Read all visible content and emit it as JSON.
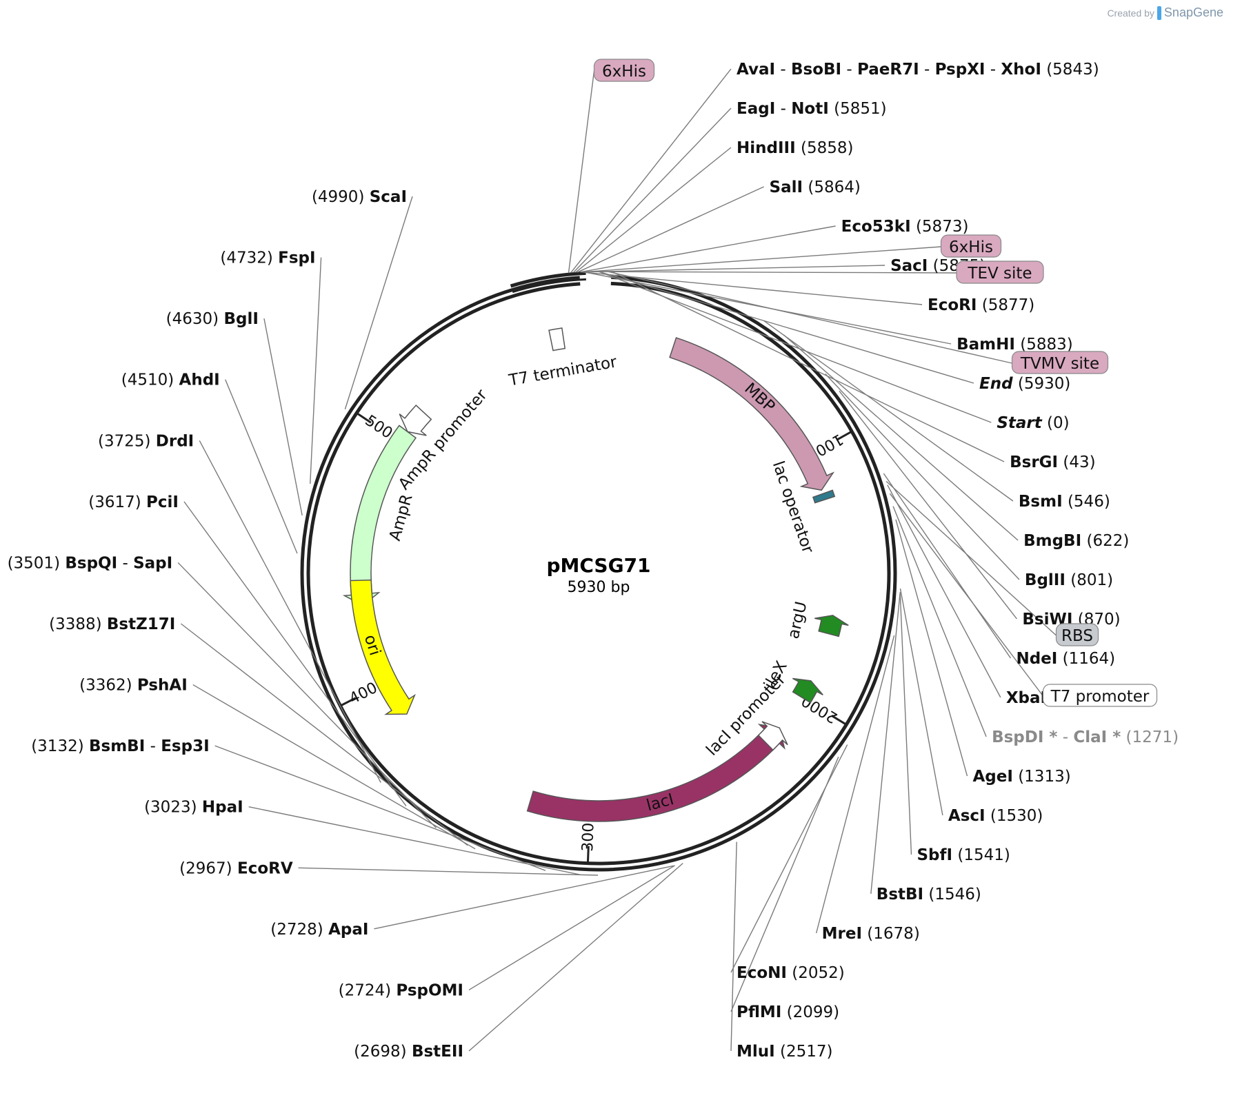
{
  "credit": {
    "prefix": "Created by",
    "brand": "SnapGene"
  },
  "plasmid": {
    "name": "pMCSG71",
    "length_label": "5930 bp",
    "length": 5930
  },
  "ticks": [
    1000,
    2000,
    3000,
    4000,
    5000
  ],
  "features": [
    {
      "name": "MBP",
      "start": 300,
      "end": 1145,
      "dir": 1,
      "color": "#cc99b1",
      "track": "inner"
    },
    {
      "name": "lacI",
      "start": 2150,
      "end": 3240,
      "dir": -1,
      "color": "#993366",
      "track": "inner",
      "label_color": "#ffffff"
    },
    {
      "name": "AmpR",
      "start": 4320,
      "end": 5050,
      "dir": -1,
      "color": "#ccffcc",
      "track": "inner"
    },
    {
      "name": "ori",
      "start": 3850,
      "end": 4420,
      "dir": -1,
      "color": "#ffff00",
      "track": "inner"
    },
    {
      "name": "argU",
      "start": 1650,
      "end": 1725,
      "dir": -1,
      "color": "#228b22",
      "track": "inner"
    },
    {
      "name": "ileX",
      "start": 1925,
      "end": 2000,
      "dir": -1,
      "color": "#228b22",
      "track": "inner"
    },
    {
      "name": "lacI promoter",
      "start": 2150,
      "end": 2230,
      "dir": -1,
      "color": "#ffffff",
      "track": "inner"
    },
    {
      "name": "AmpR promoter",
      "start": 5050,
      "end": 5150,
      "dir": -1,
      "color": "#ffffff",
      "track": "inner"
    },
    {
      "name": "lac operator",
      "start": 1160,
      "end": 1185,
      "dir": 0,
      "color": "#2f7a8c",
      "track": "inner"
    },
    {
      "name": "T7 terminator",
      "start": 5740,
      "end": 5790,
      "dir": 0,
      "color": "#ffffff",
      "track": "inner"
    }
  ],
  "sites": [
    {
      "names": [
        "AvaI",
        "BsoBI",
        "PaeR7I",
        "PspXI",
        "XhoI"
      ],
      "pos": "5843"
    },
    {
      "names": [
        "EagI",
        "NotI"
      ],
      "pos": "5851"
    },
    {
      "names": [
        "HindIII"
      ],
      "pos": "5858"
    },
    {
      "names": [
        "SalI"
      ],
      "pos": "5864"
    },
    {
      "names": [
        "Eco53kI"
      ],
      "pos": "5873"
    },
    {
      "names": [
        "SacI"
      ],
      "pos": "5875"
    },
    {
      "names": [
        "EcoRI"
      ],
      "pos": "5877"
    },
    {
      "names": [
        "BamHI"
      ],
      "pos": "5883"
    },
    {
      "names": [
        "End"
      ],
      "pos": "5930",
      "italic": true
    },
    {
      "names": [
        "Start"
      ],
      "pos": "0",
      "italic": true
    },
    {
      "names": [
        "BsrGI"
      ],
      "pos": "43"
    },
    {
      "names": [
        "BsmI"
      ],
      "pos": "546"
    },
    {
      "names": [
        "BmgBI"
      ],
      "pos": "622"
    },
    {
      "names": [
        "BglII"
      ],
      "pos": "801"
    },
    {
      "names": [
        "BsiWI"
      ],
      "pos": "870"
    },
    {
      "names": [
        "NdeI"
      ],
      "pos": "1164"
    },
    {
      "names": [
        "XbaI"
      ],
      "pos": "1202"
    },
    {
      "names": [
        "BspDI *",
        "ClaI *"
      ],
      "pos": "1271",
      "grey": true
    },
    {
      "names": [
        "AgeI"
      ],
      "pos": "1313"
    },
    {
      "names": [
        "AscI"
      ],
      "pos": "1530"
    },
    {
      "names": [
        "SbfI"
      ],
      "pos": "1541"
    },
    {
      "names": [
        "BstBI"
      ],
      "pos": "1546"
    },
    {
      "names": [
        "MreI"
      ],
      "pos": "1678"
    },
    {
      "names": [
        "EcoNI"
      ],
      "pos": "2052"
    },
    {
      "names": [
        "PflMI"
      ],
      "pos": "2099"
    },
    {
      "names": [
        "MluI"
      ],
      "pos": "2517"
    },
    {
      "names": [
        "BstEII"
      ],
      "pos": "2698"
    },
    {
      "names": [
        "PspOMI"
      ],
      "pos": "2724"
    },
    {
      "names": [
        "ApaI"
      ],
      "pos": "2728"
    },
    {
      "names": [
        "EcoRV"
      ],
      "pos": "2967"
    },
    {
      "names": [
        "HpaI"
      ],
      "pos": "3023"
    },
    {
      "names": [
        "BsmBI",
        "Esp3I"
      ],
      "pos": "3132"
    },
    {
      "names": [
        "PshAI"
      ],
      "pos": "3362"
    },
    {
      "names": [
        "BstZ17I"
      ],
      "pos": "3388"
    },
    {
      "names": [
        "BspQI",
        "SapI"
      ],
      "pos": "3501"
    },
    {
      "names": [
        "PciI"
      ],
      "pos": "3617"
    },
    {
      "names": [
        "DrdI"
      ],
      "pos": "3725"
    },
    {
      "names": [
        "AhdI"
      ],
      "pos": "4510"
    },
    {
      "names": [
        "BglI"
      ],
      "pos": "4630"
    },
    {
      "names": [
        "FspI"
      ],
      "pos": "4732"
    },
    {
      "names": [
        "ScaI"
      ],
      "pos": "4990"
    }
  ],
  "boxed_labels": [
    {
      "text": "6xHis",
      "pos": 5836,
      "fill": "#d9a9c0"
    },
    {
      "text": "6xHis",
      "pos": 5890,
      "fill": "#d9a9c0"
    },
    {
      "text": "TEV site",
      "pos": 5905,
      "fill": "#d9a9c0"
    },
    {
      "text": "TVMV site",
      "pos": 30,
      "fill": "#d9a9c0"
    },
    {
      "text": "RBS",
      "pos": 1190,
      "fill": "#c7cbd0"
    },
    {
      "text": "T7 promoter",
      "pos": 1230,
      "fill": "#ffffff"
    }
  ]
}
